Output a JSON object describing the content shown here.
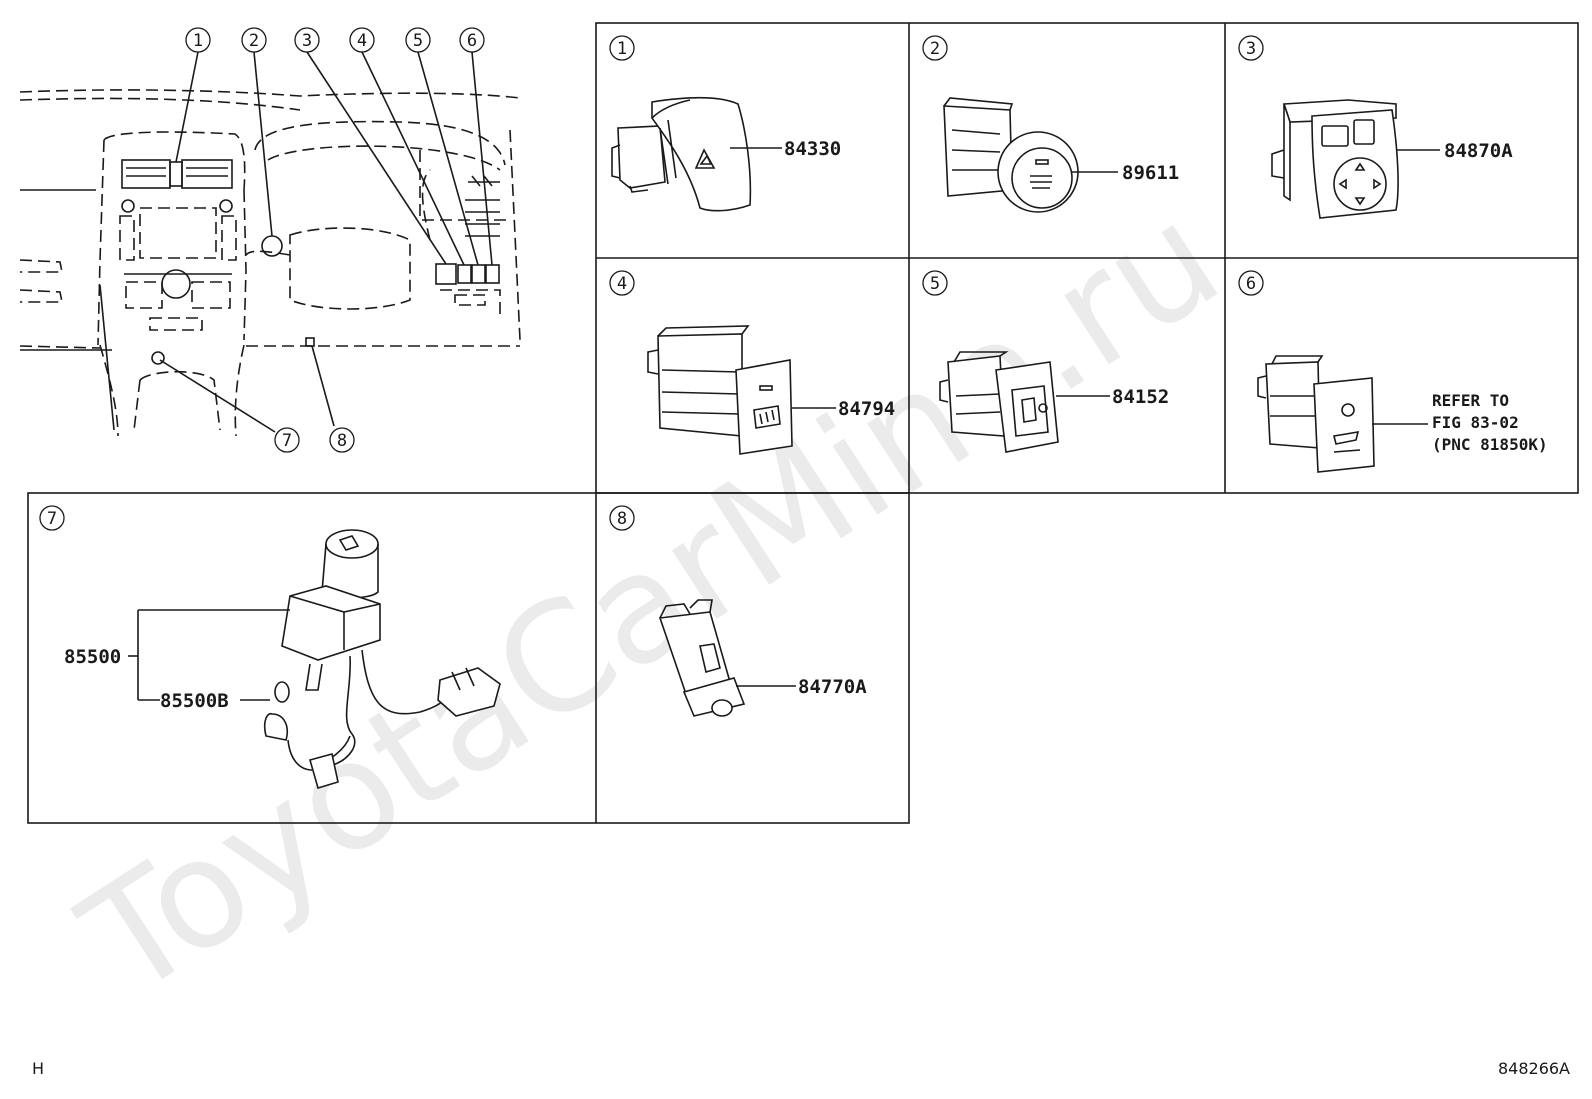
{
  "watermark": "ToyotaCarMine.ru",
  "overview_callouts": [
    "1",
    "2",
    "3",
    "4",
    "5",
    "6",
    "7",
    "8"
  ],
  "panels": [
    {
      "id": "1",
      "part_number": "84330"
    },
    {
      "id": "2",
      "part_number": "89611"
    },
    {
      "id": "3",
      "part_number": "84870A"
    },
    {
      "id": "4",
      "part_number": "84794"
    },
    {
      "id": "5",
      "part_number": "84152"
    },
    {
      "id": "6",
      "refer_lines": [
        "REFER TO",
        "FIG 83-02",
        "(PNC 81850K)"
      ]
    },
    {
      "id": "7",
      "part_number": "85500",
      "sub_part_number": "85500B"
    },
    {
      "id": "8",
      "part_number": "84770A"
    }
  ],
  "footer": {
    "left": "H",
    "right": "848266A"
  }
}
